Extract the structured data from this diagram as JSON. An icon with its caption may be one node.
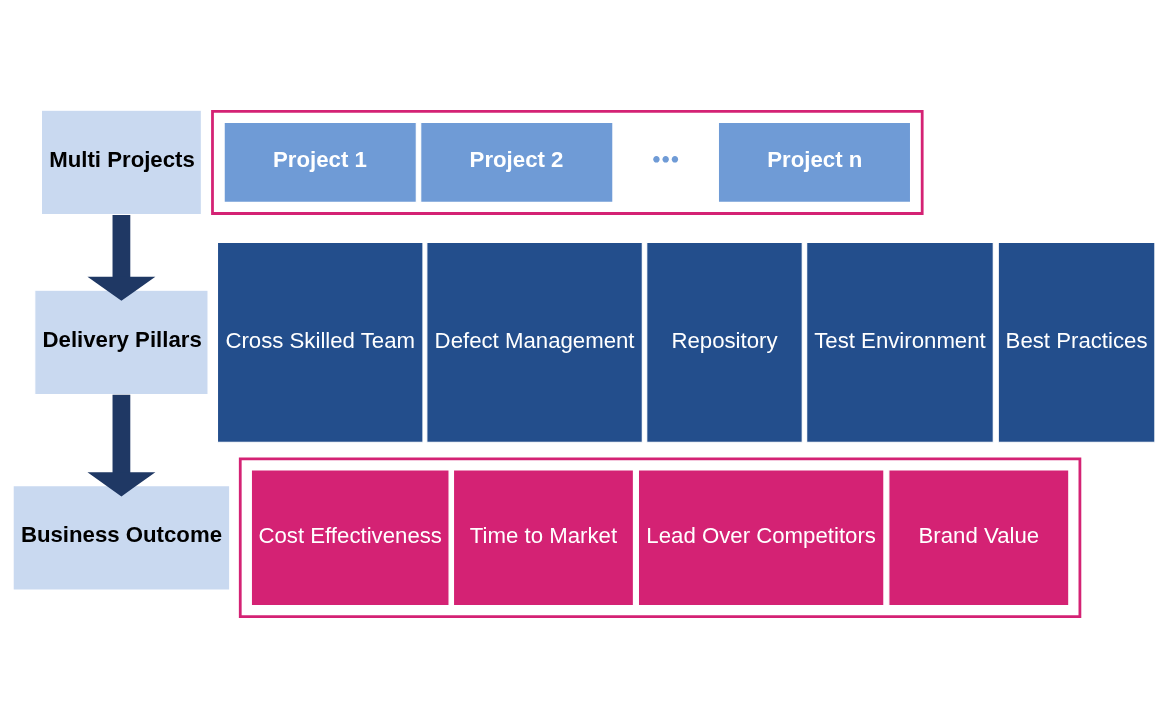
{
  "diagram": {
    "nodes": [
      {
        "text": [
          "Multi Projects"
        ]
      },
      {
        "text": [
          "Delivery Pillars"
        ]
      },
      {
        "text": [
          "Business Outcome"
        ]
      },
      {
        "text": [],
        "shape": "box"
      },
      {
        "text": [
          "Project 1"
        ],
        "in": 3
      },
      {
        "text": [
          "Project 2"
        ],
        "in": 3
      },
      {
        "text": [
          "Project n"
        ],
        "in": 3
      },
      {
        "text": [
          "Cross Skilled Team"
        ]
      },
      {
        "text": [
          "Defect Management"
        ]
      },
      {
        "text": [
          "Repository"
        ]
      },
      {
        "text": [
          "Test Environment"
        ]
      },
      {
        "text": [
          "Best Practices"
        ]
      },
      {
        "text": [],
        "shape": "box"
      },
      {
        "text": [
          "Cost Effectiveness"
        ],
        "in": 12
      },
      {
        "text": [
          "Time to Market"
        ],
        "in": 12
      },
      {
        "text": [
          "Lead Over Competitors"
        ],
        "in": 12
      },
      {
        "text": [
          "Brand Value"
        ],
        "in": 12
      }
    ],
    "edges": [
      {
        "from": 0,
        "to": 1,
        "arrow": "to"
      },
      {
        "from": 1,
        "to": 2,
        "arrow": "to"
      }
    ],
    "labels": [
      "•••"
    ]
  }
}
